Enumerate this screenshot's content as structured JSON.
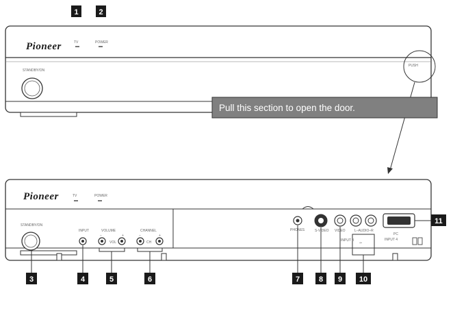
{
  "brand": "Pioneer",
  "callout": {
    "text": "Pull this section to open the door."
  },
  "top_panel": {
    "indicators": [
      {
        "id": "1",
        "label": "TV"
      },
      {
        "id": "2",
        "label": "POWER"
      }
    ],
    "standby_label": "STANDBY/ON",
    "door_label": "PUSH"
  },
  "bottom_panel": {
    "indicators": [
      {
        "label": "TV"
      },
      {
        "label": "POWER"
      }
    ],
    "standby_label": "STANDBY/ON",
    "input_label": "INPUT",
    "volume_label": "VOLUME",
    "channel_label": "CHANNEL",
    "volume_minus": "−",
    "volume_plus": "+",
    "volume_mid": "VOL",
    "channel_minus": "−",
    "channel_plus": "+",
    "channel_mid": "CH",
    "phones_label": "PHONES",
    "svideo_label": "S-VIDEO",
    "video_label": "VIDEO",
    "audio_label": "L–AUDIO–R",
    "input3_label": "INPUT 3",
    "pc_label": "PC",
    "hdmi_label": "INPUT 4"
  },
  "callout_numbers": [
    "1",
    "2",
    "3",
    "4",
    "5",
    "6",
    "7",
    "8",
    "9",
    "10",
    "11"
  ],
  "colors": {
    "badge": "#1a1a1a",
    "callout_bg": "#808080",
    "outline": "#333333"
  }
}
